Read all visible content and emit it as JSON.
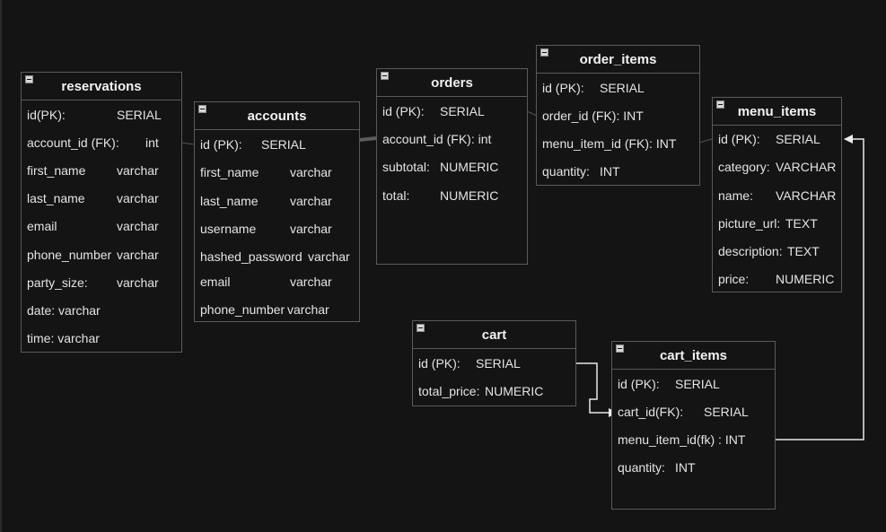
{
  "tables": {
    "reservations": {
      "title": "reservations",
      "fields": [
        {
          "name": "id(PK):",
          "type": "SERIAL"
        },
        {
          "name": "account_id (FK):",
          "type": "int"
        },
        {
          "name": "first_name",
          "type": "varchar"
        },
        {
          "name": "last_name",
          "type": "varchar"
        },
        {
          "name": "email",
          "type": "varchar"
        },
        {
          "name": "phone_number",
          "type": "varchar"
        },
        {
          "name": "party_size:",
          "type": "varchar"
        },
        {
          "name": "date: varchar",
          "type": ""
        },
        {
          "name": "time: varchar",
          "type": ""
        }
      ]
    },
    "accounts": {
      "title": "accounts",
      "fields": [
        {
          "name": "id (PK):",
          "type": "SERIAL"
        },
        {
          "name": "first_name",
          "type": "varchar"
        },
        {
          "name": "last_name",
          "type": "varchar"
        },
        {
          "name": "username",
          "type": "varchar"
        },
        {
          "name": "hashed_password",
          "type": "varchar"
        },
        {
          "name": "email",
          "type": "varchar"
        },
        {
          "name": "phone_number",
          "type": "varchar"
        }
      ]
    },
    "orders": {
      "title": "orders",
      "fields": [
        {
          "name": "id (PK):",
          "type": "SERIAL"
        },
        {
          "name": "account_id (FK): int",
          "type": ""
        },
        {
          "name": "subtotal:",
          "type": "NUMERIC"
        },
        {
          "name": "total:",
          "type": "NUMERIC"
        }
      ]
    },
    "order_items": {
      "title": "order_items",
      "fields": [
        {
          "name": "id (PK):",
          "type": "SERIAL"
        },
        {
          "name": "order_id (FK): INT",
          "type": ""
        },
        {
          "name": "menu_item_id (FK): INT",
          "type": ""
        },
        {
          "name": "quantity:",
          "type": "INT"
        }
      ]
    },
    "menu_items": {
      "title": "menu_items",
      "fields": [
        {
          "name": "id (PK):",
          "type": "SERIAL"
        },
        {
          "name": "category:",
          "type": "VARCHAR"
        },
        {
          "name": "name:",
          "type": "VARCHAR"
        },
        {
          "name": "picture_url:",
          "type": "TEXT"
        },
        {
          "name": "description:",
          "type": "TEXT"
        },
        {
          "name": "price:",
          "type": "NUMERIC"
        }
      ]
    },
    "cart": {
      "title": "cart",
      "fields": [
        {
          "name": "id (PK):",
          "type": "SERIAL"
        },
        {
          "name": "total_price:",
          "type": "NUMERIC"
        }
      ]
    },
    "cart_items": {
      "title": "cart_items",
      "fields": [
        {
          "name": "id (PK):",
          "type": "SERIAL"
        },
        {
          "name": "cart_id(FK):",
          "type": "SERIAL"
        },
        {
          "name": "menu_item_id(fk) : INT",
          "type": ""
        },
        {
          "name": "quantity:",
          "type": "INT"
        }
      ]
    }
  },
  "colors": {
    "background": "#141414",
    "border": "#5a5a5a",
    "text": "#e4e4e4",
    "connector": "#e0e0e0",
    "connector_faint": "#555555"
  }
}
